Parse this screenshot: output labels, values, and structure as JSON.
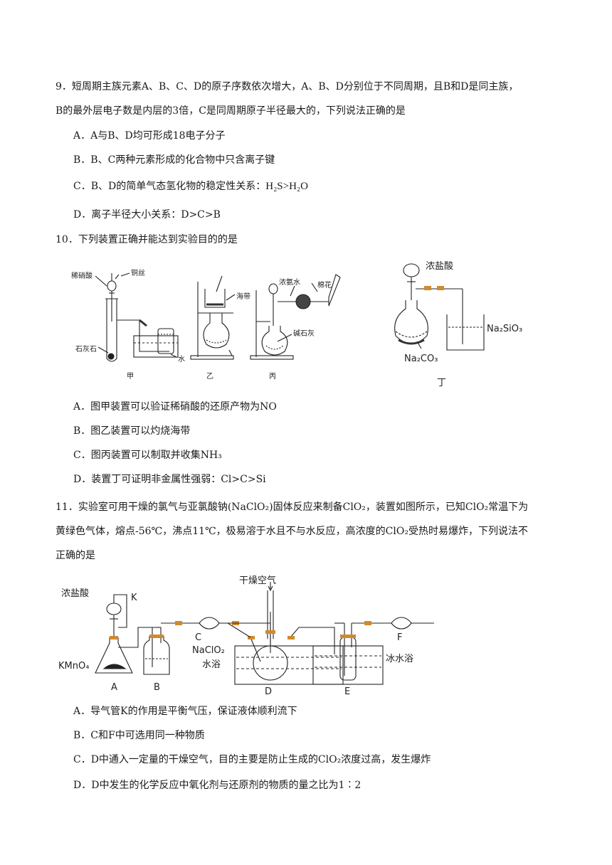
{
  "q9": {
    "stem_line1": "9．短周期主族元素A、B、C、D的原子序数依次增大，A、B、D分别位于不同周期，且B和D是同主族，",
    "stem_line2": "B的最外层电子数是内层的3倍，C是同周期原子半径最大的，下列说法正确的是",
    "A": "A．A与B、D均可形成18电子分子",
    "B": "B．B、C两种元素形成的化合物中只含离子键",
    "C_prefix": "C．B、D的简单气态氢化物的稳定性关系：",
    "C_formula": "H₂S>H₂O",
    "D": "D．离子半径大小关系：D>C>B"
  },
  "q10": {
    "stem": "10．下列装置正确并能达到实验目的的是",
    "fig": {
      "jia_acid": "稀硝酸",
      "jia_wire": "铜丝",
      "jia_stone": "石灰石",
      "jia_water": "水",
      "yi_kelp": "海带",
      "bing_ammonia": "浓氨水",
      "bing_cotton": "棉花",
      "bing_soda": "碱石灰",
      "ding_acid": "浓盐酸",
      "ding_silicate": "Na₂SiO₃",
      "ding_carbonate": "Na₂CO₃",
      "cap_jia": "甲",
      "cap_yi": "乙",
      "cap_bing": "丙",
      "cap_ding": "丁"
    },
    "A": "A．图甲装置可以验证稀硝酸的还原产物为NO",
    "B": "B．图乙装置可以灼烧海带",
    "C": "C．图丙装置可以制取并收集NH₃",
    "D": "D．装置丁可证明非金属性强弱：Cl>C>Si"
  },
  "q11": {
    "stem_line1": "11．实验室可用干燥的氯气与亚氯酸钠(NaClO₂)固体反应来制备ClO₂，装置如图所示，已知ClO₂常温下为",
    "stem_line2": "黄绿色气体，熔点-56℃，沸点11℃，极易溶于水且不与水反应，高浓度的ClO₂受热时易爆炸，下列说法不",
    "stem_line3": "正确的是",
    "fig": {
      "acid": "浓盐酸",
      "k": "K",
      "air": "干燥空气",
      "kmno4": "KMnO₄",
      "naclo2": "NaClO₂",
      "water_bath": "水浴",
      "ice_bath": "冰水浴",
      "label_a": "A",
      "label_b": "B",
      "label_c": "C",
      "label_d": "D",
      "label_e": "E",
      "label_f": "F"
    },
    "A": "A．导气管K的作用是平衡气压，保证液体顺利流下",
    "B": "B．C和F中可选用同一种物质",
    "C": "C．D中通入一定量的干燥空气，目的主要是防止生成的ClO₂浓度过高，发生爆炸",
    "D": "D．D中发生的化学反应中氧化剂与还原剂的物质的量之比为1∶2"
  }
}
